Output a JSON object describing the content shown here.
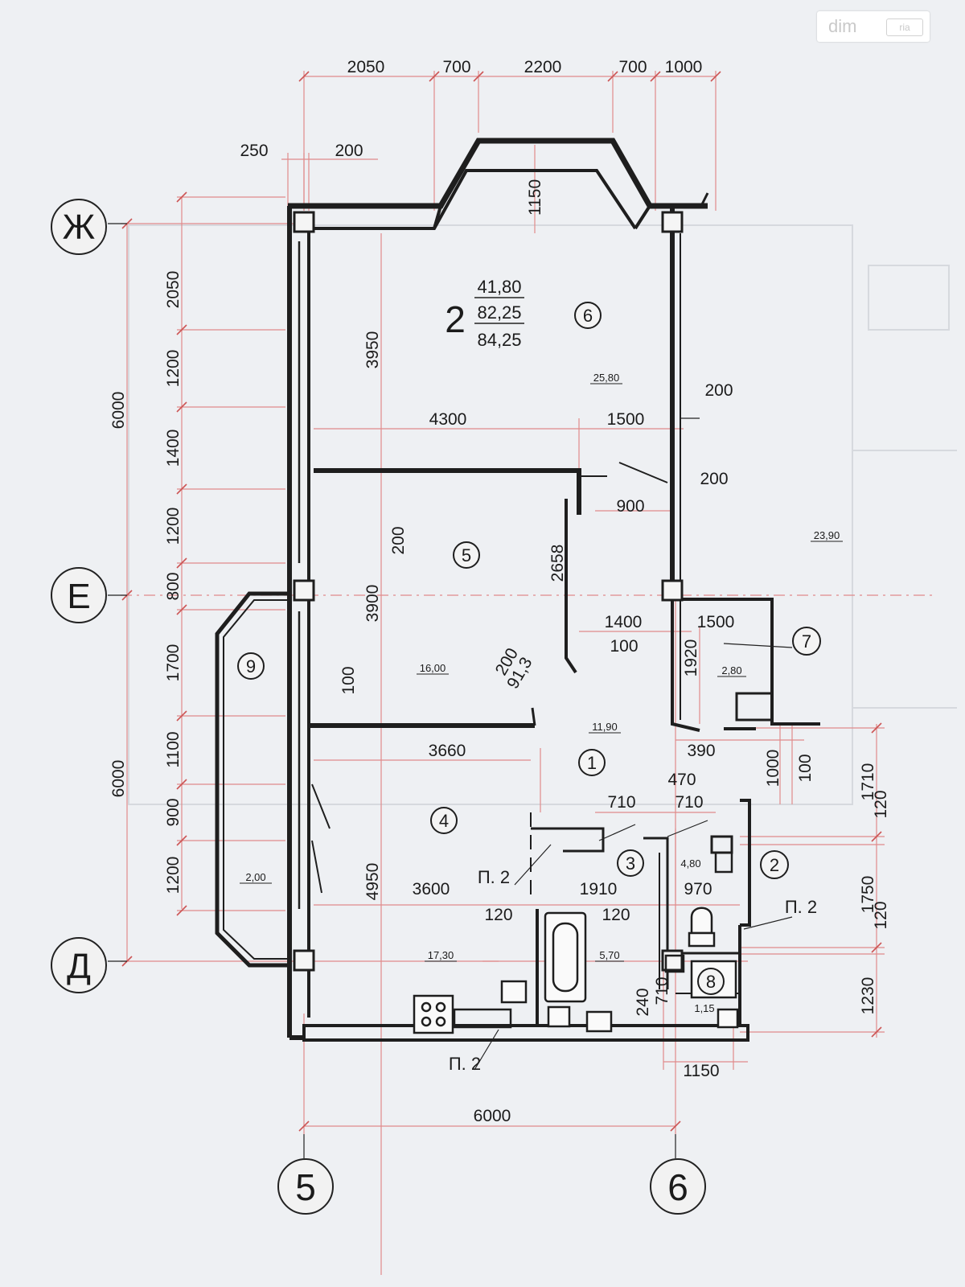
{
  "watermark": {
    "text": "dim",
    "badge": "ria"
  },
  "axes": {
    "h_top": "Ж",
    "h_mid": "Е",
    "h_bottom": "Д",
    "v_left": "5",
    "v_right": "6"
  },
  "apartment": {
    "number": "2",
    "area_living": "41,80",
    "area_total": "82,25",
    "area_with_balcony": "84,25"
  },
  "rooms": [
    {
      "id": "r1",
      "number": "1",
      "area": "11,90"
    },
    {
      "id": "r2",
      "number": "2",
      "area": "4,80"
    },
    {
      "id": "r3",
      "number": "3",
      "area": "5,70"
    },
    {
      "id": "r4",
      "number": "4",
      "area": "17,30"
    },
    {
      "id": "r5",
      "number": "5",
      "area": "16,00"
    },
    {
      "id": "r6",
      "number": "6",
      "area": "25,80"
    },
    {
      "id": "r7",
      "number": "7",
      "area": "2,80"
    },
    {
      "id": "r8",
      "number": "8",
      "area": "1,15"
    },
    {
      "id": "r9",
      "number": "9",
      "area": "2,00"
    }
  ],
  "other_area": "23,90",
  "notes": {
    "p2": "П. 2"
  },
  "dimensions": {
    "top1": "2050",
    "top2": "700",
    "top3": "2200",
    "top4": "700",
    "top5": "1000",
    "top250": "250",
    "top200": "200",
    "bay": "1150",
    "left2050": "2050",
    "left1200a": "1200",
    "left1400": "1400",
    "left1200b": "1200",
    "left800": "800",
    "left1700": "1700",
    "left1100": "1100",
    "left900": "900",
    "left1200c": "1200",
    "left6000a": "6000",
    "left6000b": "6000",
    "in3950": "3950",
    "in3900": "3900",
    "in4950": "4950",
    "in4300": "4300",
    "in1500a": "1500",
    "in200a": "200",
    "in200b": "200",
    "in900": "900",
    "in200c": "200",
    "in2658": "2658",
    "in1400": "1400",
    "in1500b": "1500",
    "in100a": "100",
    "in1920": "1920",
    "in200d": "200",
    "in913": "91,3",
    "in100b": "100",
    "in3660": "3660",
    "in390": "390",
    "in470": "470",
    "in710a": "710",
    "in710b": "710",
    "in1000": "1000",
    "in100c": "100",
    "in3600": "3600",
    "in1910": "1910",
    "in970": "970",
    "in120a": "120",
    "in120b": "120",
    "in240": "240",
    "in710c": "710",
    "r1710": "1710",
    "r120a": "120",
    "r1750": "1750",
    "r120b": "120",
    "r1230": "1230",
    "bot1150": "1150",
    "bot6000": "6000"
  }
}
